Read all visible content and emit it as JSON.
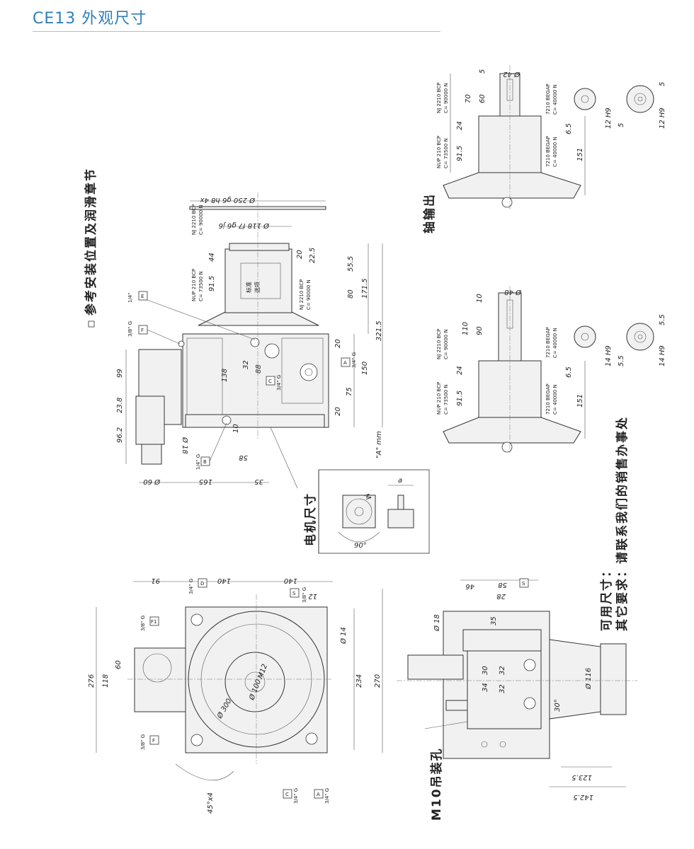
{
  "header": {
    "title": "CE13 外观尺寸"
  },
  "notes": {
    "mount_ref": "参考安装位置及润滑章节",
    "motor_dims": "电机尺寸",
    "shaft_output": "轴输出",
    "available_sizes": "可用尺寸：",
    "other_requirements": "其它要求：请联系我们的销售办事处",
    "lifting_hole": "M10吊装孔"
  },
  "side_view": {
    "dims": [
      "Ø 250 g6 h8 4x",
      "Ø 118 f7 g6 j6",
      "20",
      "22.5",
      "55.5",
      "80",
      "171.5",
      "321.5",
      "44",
      "91.5",
      "20",
      "150",
      "75",
      "20",
      "138",
      "88",
      "32",
      "99",
      "23.8",
      "96.2",
      "Ø 18",
      "10",
      "58",
      "Ø 60",
      "165",
      "35",
      "\"A\" mm"
    ],
    "bearings": [
      "NJ 2210 BCP",
      "C= 90000 N",
      "NUP 210 BCP",
      "C= 73500 N",
      "NJ 2210 BCP",
      "C= 90000 N"
    ],
    "std_label": [
      "标准",
      "选项"
    ],
    "ports": [
      "E",
      "F",
      "C",
      "A",
      "B"
    ],
    "port_sizes": [
      "1/4\"",
      "3/8\" G",
      "3/4\" G",
      "3/4\" G",
      "1/4\" G"
    ]
  },
  "motor_inset": {
    "a": "a",
    "dims": [
      "M",
      "90°"
    ]
  },
  "top_view": {
    "dims": [
      "91",
      "140",
      "140",
      "12",
      "276",
      "118",
      "60",
      "Ø 14",
      "234",
      "270",
      "Ø 300",
      "Ø 100",
      "M12",
      "45°x4"
    ],
    "ports": [
      "D",
      "S",
      "F1",
      "F",
      "C",
      "A"
    ],
    "port_sizes": [
      "3/4\" G",
      "3/8\" G",
      "3/8\" G",
      "3/8\" G",
      "3/4\" G",
      "3/4\" G"
    ]
  },
  "shaft_view_1": {
    "dims": [
      "Ø 42",
      "5",
      "70",
      "60",
      "24",
      "91.5",
      "151",
      "6.5",
      "12 H9",
      "5",
      "12 H9",
      "5"
    ],
    "bearings": [
      "NJ 2210 BCP",
      "C= 90000 N",
      "NUP 210 BCP",
      "C= 73500 N",
      "7210 BEGAP",
      "C= 40000 N",
      "7210 BEGAP",
      "C= 40000 N"
    ]
  },
  "shaft_view_2": {
    "dims": [
      "Ø 48",
      "10",
      "110",
      "90",
      "24",
      "91.5",
      "151",
      "6.5",
      "14 H9",
      "5.5",
      "14 H9",
      "5.5"
    ],
    "bearings": [
      "NJ 2210 BCP",
      "C= 90000 N",
      "NUP 210 BCP",
      "C= 73500 N",
      "7210 BEGAP",
      "C= 40000 N",
      "7210 BEGAP",
      "C= 40000 N"
    ]
  },
  "front_view": {
    "dims": [
      "46",
      "58",
      "28",
      "Ø 18",
      "35",
      "30",
      "32",
      "34",
      "32",
      "Ø 116",
      "30°",
      "123.5",
      "142.5"
    ],
    "ports": [
      "S"
    ]
  },
  "colors": {
    "title": "#2f7fb8",
    "line": "#333333",
    "fill": "#f1f1f1"
  }
}
